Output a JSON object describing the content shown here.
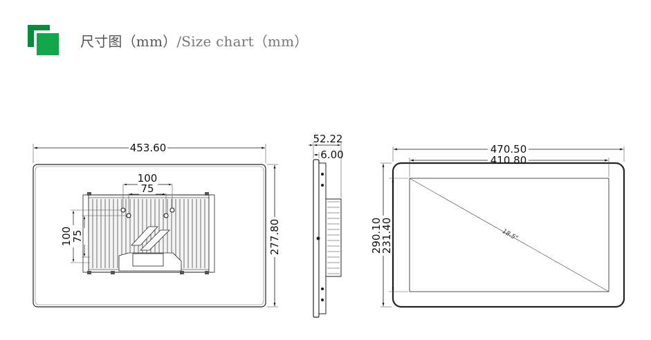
{
  "header": {
    "title_cn": "尺寸图（mm）",
    "title_en": "/Size chart（mm）",
    "logo_icon": "green-square-logo-icon",
    "accent_color": "#13a54a"
  },
  "back_view": {
    "width_label": "453.60",
    "height_label": "277.80",
    "vesa_h_outer": "100",
    "vesa_h_inner": "75",
    "vesa_v_outer": "100",
    "vesa_v_inner": "75"
  },
  "side_view": {
    "depth_label": "52.22",
    "bezel_label": "6.00"
  },
  "front_view": {
    "outer_width_label": "470.50",
    "screen_width_label": "410.80",
    "outer_height_label": "290.10",
    "screen_height_label": "231.40",
    "diagonal_label": "18.5\""
  }
}
